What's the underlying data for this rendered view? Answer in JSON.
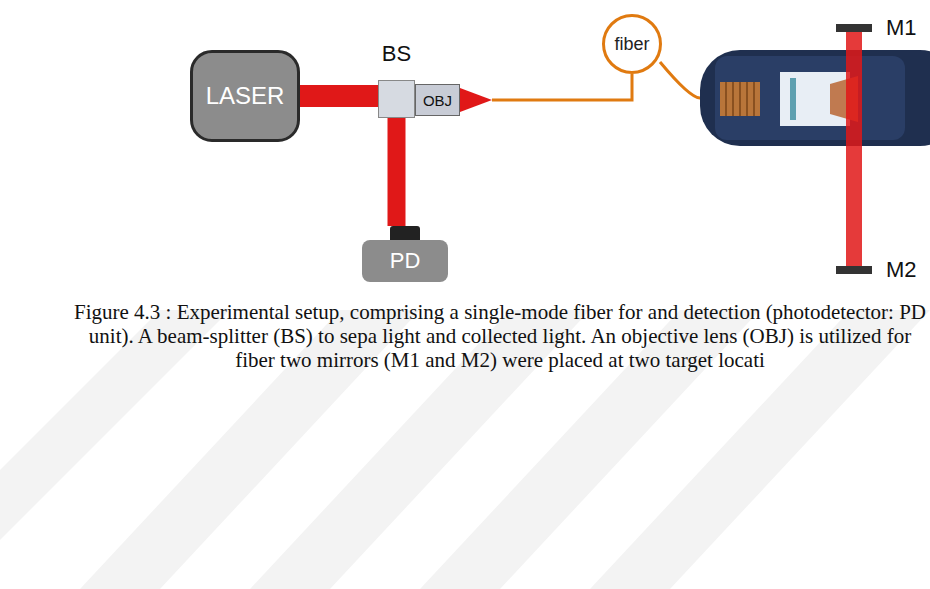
{
  "diagram": {
    "caption": "Figure 4.3 : Experimental setup, comprising a single-mode fiber for and detection (photodetector: PD unit). A beam-splitter (BS) to sepa light and collected light. An objective lens (OBJ) is utilized for fiber two mirrors (M1 and M2) were placed at two target locati",
    "nodes": [
      {
        "text": [
          "LASER"
        ]
      },
      {
        "text": [
          "BS"
        ]
      },
      {
        "text": [
          "OBJ"
        ]
      },
      {
        "text": [
          "fiber"
        ]
      },
      {
        "text": [
          "PD"
        ]
      },
      {
        "text": [
          "M1"
        ]
      },
      {
        "text": [
          "M2"
        ]
      }
    ],
    "edges": [
      {
        "from": 0,
        "to": 1,
        "arrow": "none"
      },
      {
        "from": 1,
        "to": 4,
        "arrow": "none"
      },
      {
        "from": 2,
        "to": 3,
        "arrow": "none"
      }
    ]
  }
}
